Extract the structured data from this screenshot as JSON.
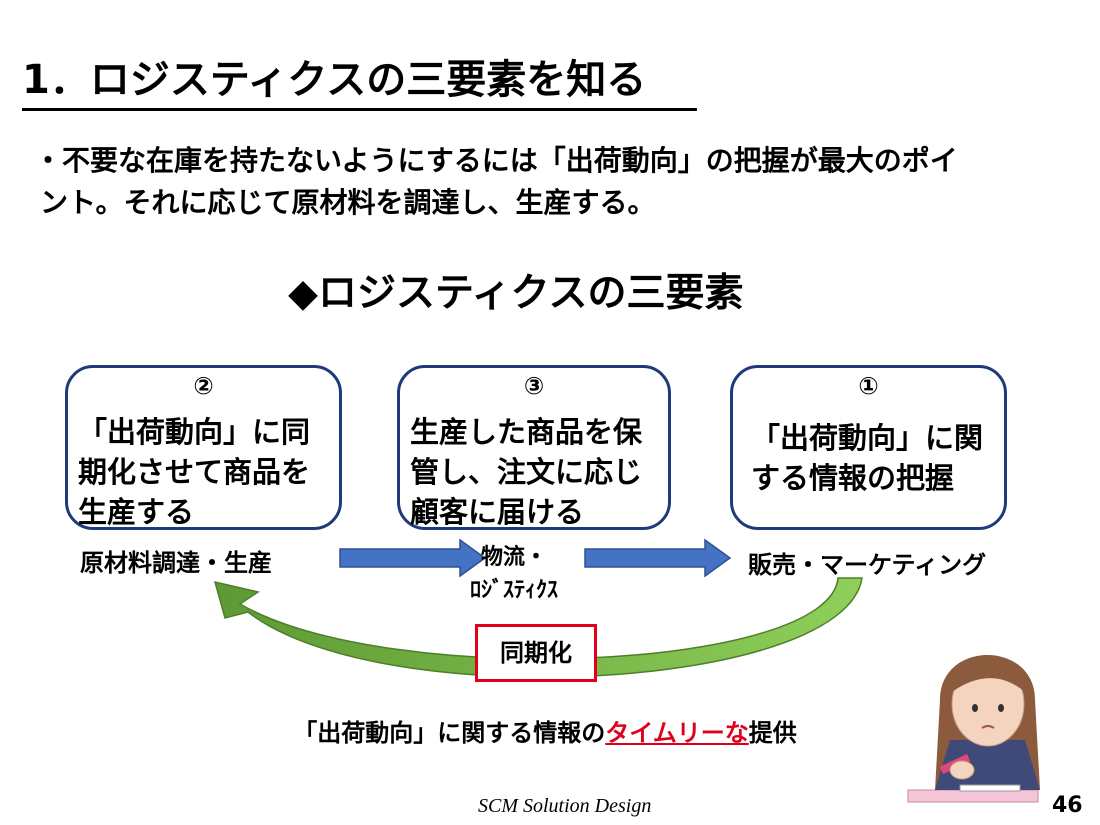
{
  "title": "1．ロジスティクスの三要素を知る",
  "lead": {
    "line1": "・不要な在庫を持たないようにするには「出荷動向」の把握が最大のポイ",
    "line2": "ント。それに応じて原材料を調達し、生産する。"
  },
  "subtitle": "◆ロジスティクスの三要素",
  "boxes": {
    "procurement": {
      "number": "②",
      "text": "「出荷動向」に同\n期化させて商品を\n生産する",
      "label": "原材料調達・生産"
    },
    "logistics": {
      "number": "③",
      "text": "生産した商品を保\n管し、注文に応じ\n顧客に届ける",
      "label": "物流・\nﾛｼﾞｽﾃｨｸｽ"
    },
    "sales": {
      "number": "①",
      "text": "「出荷動向」に関\nする情報の把握",
      "label": "販売・マーケティング"
    }
  },
  "sync_label": "同期化",
  "bottom": {
    "prefix": "「出荷動向」に関する情報の",
    "emphasis": "タイムリーな",
    "suffix": "提供"
  },
  "footer": "SCM Solution Design",
  "page_number": "46",
  "colors": {
    "box_border": "#1f3a7a",
    "arrow_blue": "#4472c4",
    "arrow_green": "#70ad47",
    "emphasis_red": "#e0001b"
  }
}
